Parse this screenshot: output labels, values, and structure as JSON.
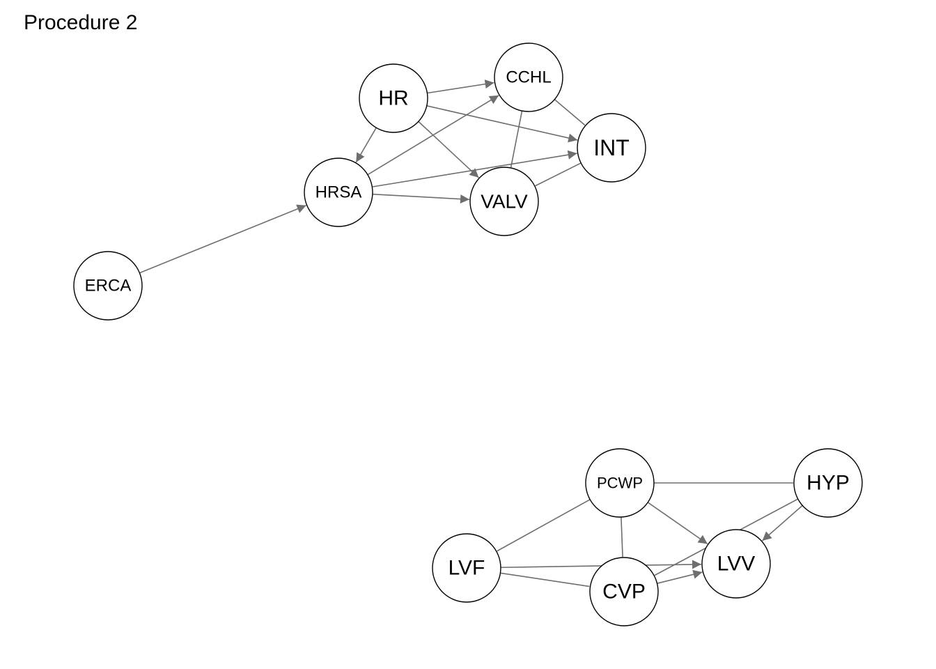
{
  "title": "Procedure 2",
  "colors": {
    "edge": "#6e6e6e",
    "node_stroke": "#000000",
    "node_fill": "#ffffff",
    "text": "#000000"
  },
  "nodes": [
    {
      "id": "HR",
      "label": "HR"
    },
    {
      "id": "CCHL",
      "label": "CCHL"
    },
    {
      "id": "INT",
      "label": "INT"
    },
    {
      "id": "HRSA",
      "label": "HRSA"
    },
    {
      "id": "VALV",
      "label": "VALV"
    },
    {
      "id": "ERCA",
      "label": "ERCA"
    },
    {
      "id": "PCWP",
      "label": "PCWP"
    },
    {
      "id": "HYP",
      "label": "HYP"
    },
    {
      "id": "LVF",
      "label": "LVF"
    },
    {
      "id": "LVV",
      "label": "LVV"
    },
    {
      "id": "CVP",
      "label": "CVP"
    }
  ],
  "edges": [
    {
      "from": "HR",
      "to": "CCHL",
      "directed": true
    },
    {
      "from": "HR",
      "to": "INT",
      "directed": true
    },
    {
      "from": "HR",
      "to": "HRSA",
      "directed": true
    },
    {
      "from": "HR",
      "to": "VALV",
      "directed": true
    },
    {
      "from": "CCHL",
      "to": "INT",
      "directed": false
    },
    {
      "from": "CCHL",
      "to": "VALV",
      "directed": false
    },
    {
      "from": "HRSA",
      "to": "CCHL",
      "directed": true
    },
    {
      "from": "HRSA",
      "to": "INT",
      "directed": true
    },
    {
      "from": "HRSA",
      "to": "VALV",
      "directed": true
    },
    {
      "from": "INT",
      "to": "VALV",
      "directed": false
    },
    {
      "from": "ERCA",
      "to": "HRSA",
      "directed": true
    },
    {
      "from": "PCWP",
      "to": "HYP",
      "directed": false
    },
    {
      "from": "PCWP",
      "to": "LVV",
      "directed": true
    },
    {
      "from": "PCWP",
      "to": "LVF",
      "directed": false
    },
    {
      "from": "PCWP",
      "to": "CVP",
      "directed": false
    },
    {
      "from": "HYP",
      "to": "LVV",
      "directed": true
    },
    {
      "from": "HYP",
      "to": "CVP",
      "directed": false
    },
    {
      "from": "LVF",
      "to": "LVV",
      "directed": true
    },
    {
      "from": "LVF",
      "to": "CVP",
      "directed": false
    },
    {
      "from": "CVP",
      "to": "LVV",
      "directed": true
    }
  ]
}
